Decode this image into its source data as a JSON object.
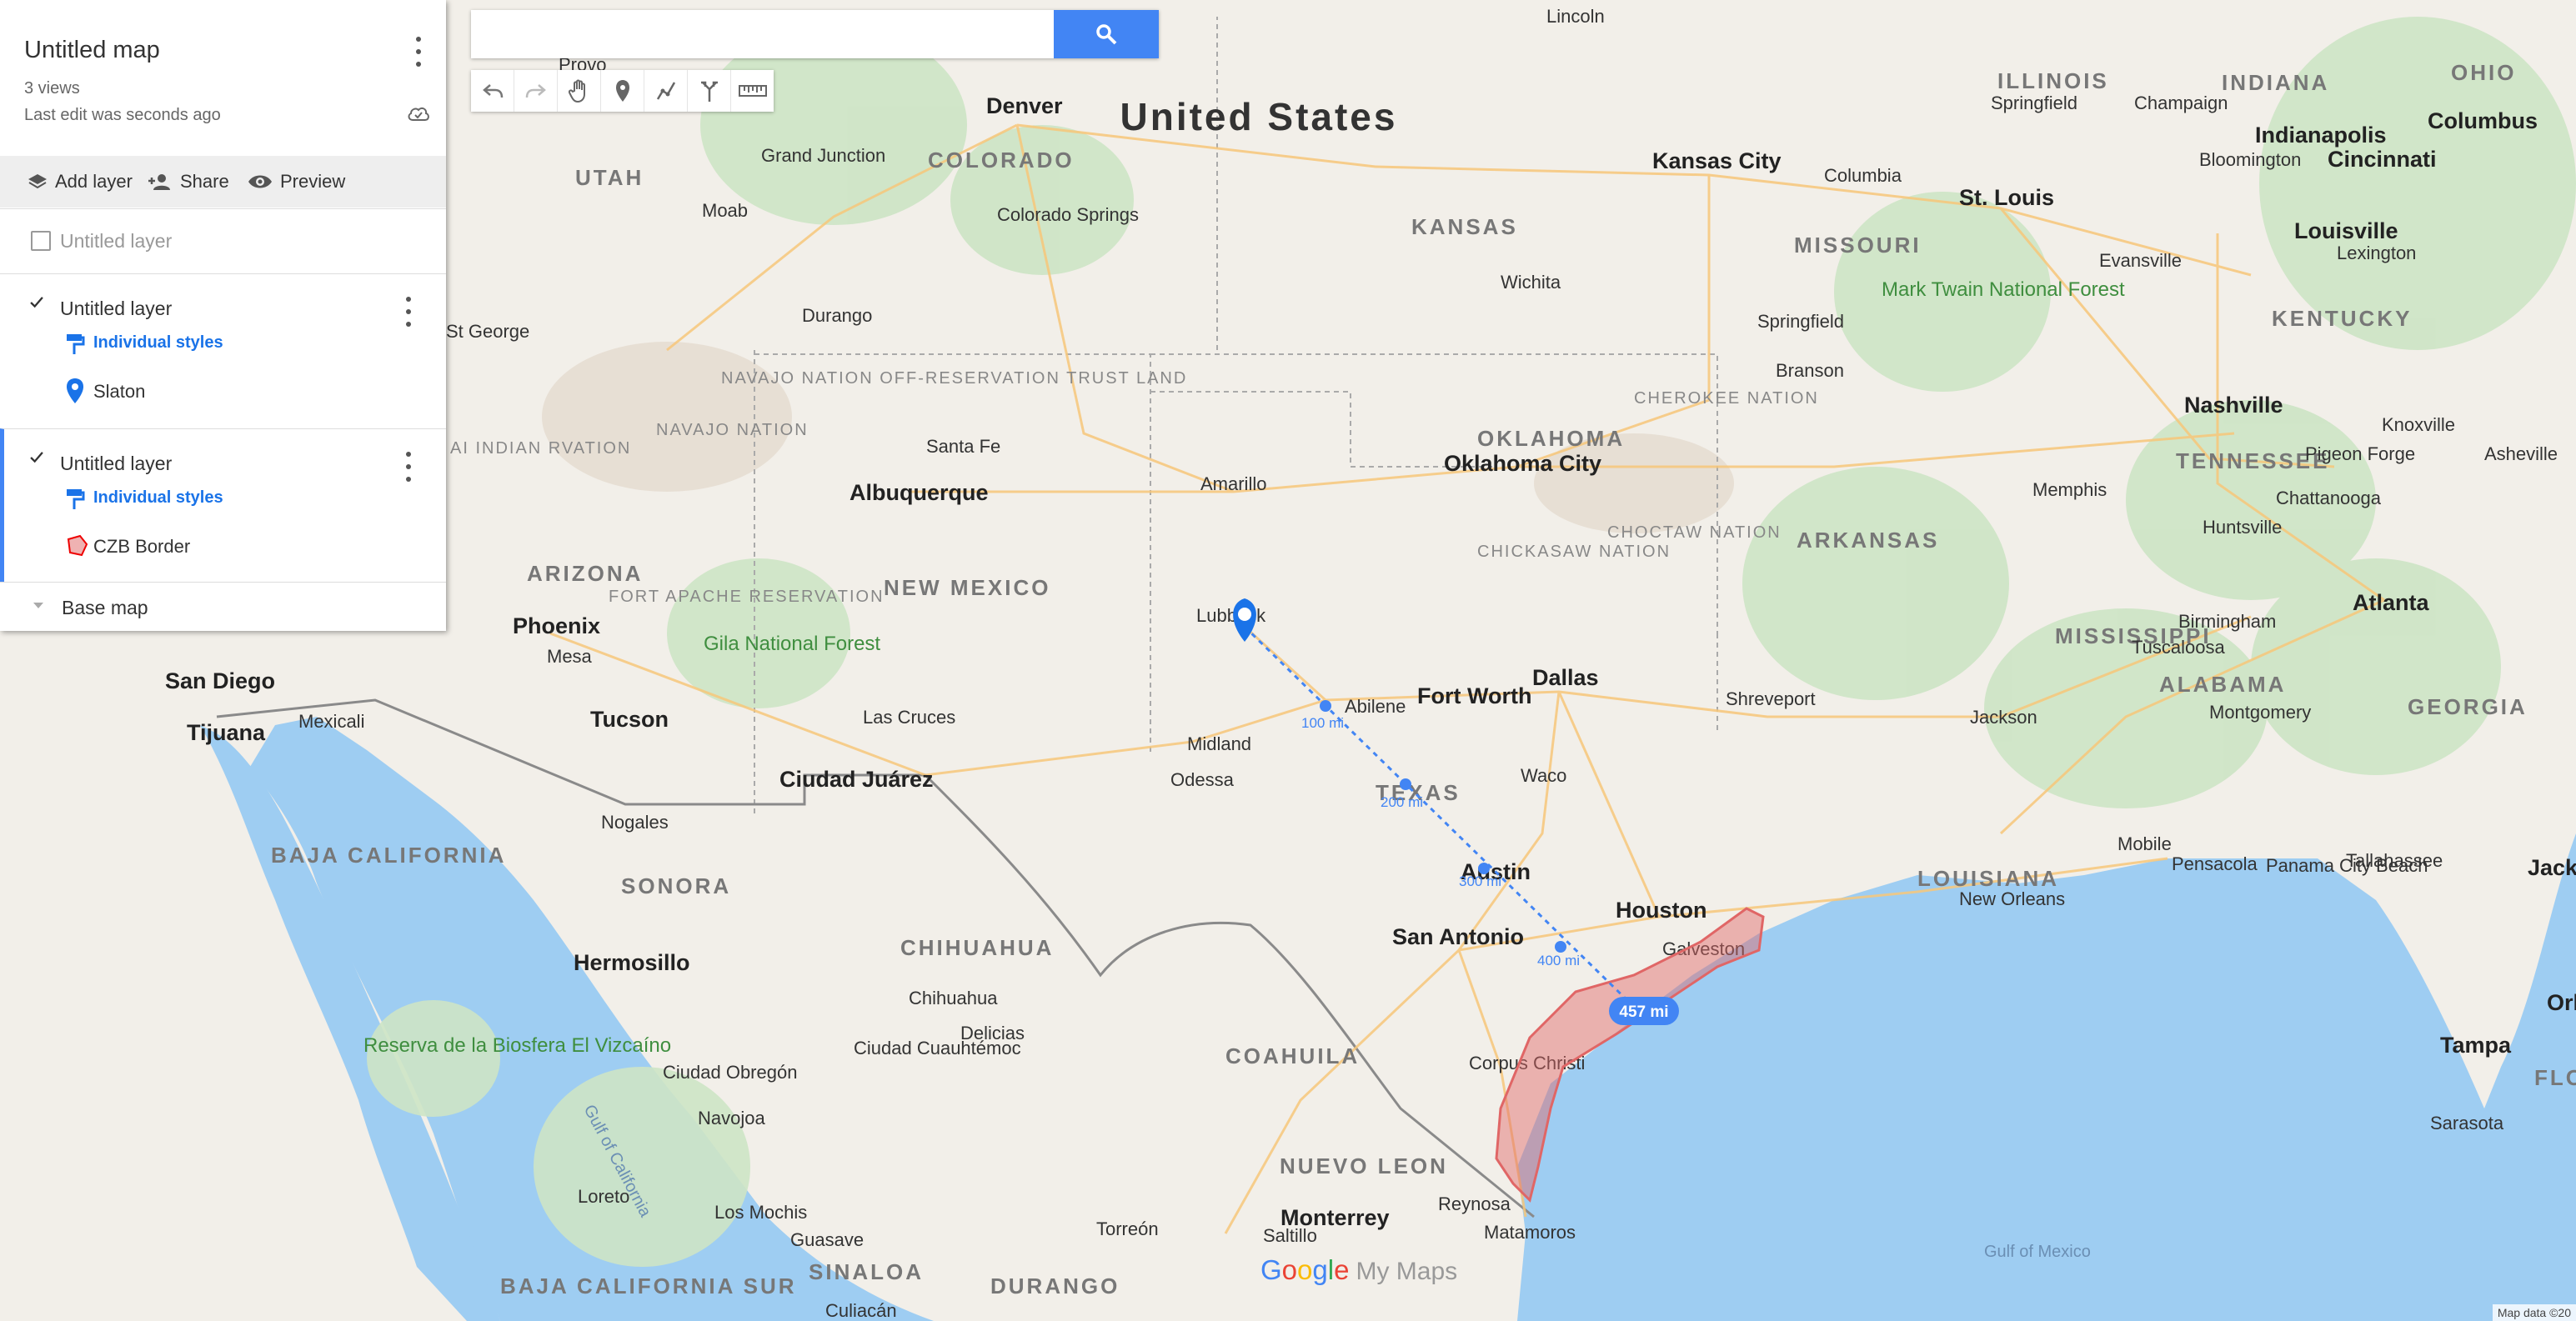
{
  "map": {
    "country_label": "United States",
    "states": [
      "UTAH",
      "COLORADO",
      "KANSAS",
      "MISSOURI",
      "ILLINOIS",
      "INDIANA",
      "OHIO",
      "KENTUCKY",
      "TENNESSEE",
      "OKLAHOMA",
      "ARKANSAS",
      "NEW MEXICO",
      "ARIZONA",
      "TEXAS",
      "LOUISIANA",
      "MISSISSIPPI",
      "ALABAMA",
      "GEORGIA",
      "FLOR",
      "BAJA CALIFORNIA",
      "SONORA",
      "CHIHUAHUA",
      "COAHUILA",
      "NUEVO LEON",
      "DURANGO",
      "SINALOA",
      "BAJA CALIFORNIA SUR"
    ],
    "regions": [
      "NAVAJO NATION OFF-RESERVATION TRUST LAND",
      "NAVAJO NATION",
      "CHEROKEE NATION",
      "CHICKASAW NATION",
      "CHOCTAW NATION",
      "FORT APACHE RESERVATION",
      "AI INDIAN RVATION"
    ],
    "cities": [
      "Lincoln",
      "Denver",
      "Provo",
      "Grand Junction",
      "Moab",
      "Colorado Springs",
      "Kansas City",
      "Columbia",
      "St. Louis",
      "Springfield",
      "Champaign",
      "Indianapolis",
      "Bloomington",
      "Columbus",
      "Cincinnati",
      "Louisville",
      "Lexington",
      "Evansville",
      "Wichita",
      "Springfield",
      "Branson",
      "Nashville",
      "Knoxville",
      "Asheville",
      "Pigeon Forge",
      "Memphis",
      "Chattanooga",
      "Huntsville",
      "Oklahoma City",
      "Amarillo",
      "Albuquerque",
      "Santa Fe",
      "Durango",
      "St George",
      "Lubbock",
      "Abilene",
      "Fort Worth",
      "Dallas",
      "Shreveport",
      "Jackson",
      "Birmingham",
      "Atlanta",
      "Tuscaloosa",
      "Montgomery",
      "Midland",
      "Odessa",
      "Waco",
      "Austin",
      "Houston",
      "Galveston",
      "San Antonio",
      "Corpus Christi",
      "Phoenix",
      "Mesa",
      "Tucson",
      "San Diego",
      "Tijuana",
      "Mexicali",
      "Nogales",
      "Las Cruces",
      "Ciudad Juárez",
      "Hermosillo",
      "Chihuahua",
      "Delicias",
      "Ciudad Cuauhtémoc",
      "Ciudad Obregón",
      "Navojoa",
      "Los Mochis",
      "Guasave",
      "Culiacán",
      "Torreón",
      "Saltillo",
      "Monterrey",
      "Reynosa",
      "Matamoros",
      "Loreto",
      "Mobile",
      "Pensacola",
      "Panama City Beach",
      "Tallahassee",
      "New Orleans",
      "Tampa",
      "Sarasota",
      "Orl",
      "Jackso"
    ],
    "water_labels": [
      "Gulf of California",
      "Gulf of Mexico"
    ],
    "parks": [
      "Mark Twain National Forest",
      "Gila National Forest",
      "Reserva de la Biosfera El Vizcaíno"
    ],
    "distance_marks": [
      "100 mi",
      "200 mi",
      "300 mi",
      "400 mi"
    ],
    "total_distance": "457 mi",
    "attribution": "Map data ©20"
  },
  "panel": {
    "title": "Untitled map",
    "views": "3 views",
    "last_edit": "Last edit was seconds ago",
    "toolbar": {
      "add_layer": "Add layer",
      "share": "Share",
      "preview": "Preview"
    },
    "layers": [
      {
        "name": "Untitled layer",
        "checked": false
      },
      {
        "name": "Untitled layer",
        "checked": true,
        "style": "Individual styles",
        "feature": "Slaton",
        "feature_icon": "pin-icon"
      },
      {
        "name": "Untitled layer",
        "checked": true,
        "style": "Individual styles",
        "feature": "CZB Border",
        "feature_icon": "polygon-icon"
      }
    ],
    "base_map": "Base map"
  },
  "search": {
    "placeholder": ""
  },
  "tools": [
    "undo-icon",
    "redo-icon",
    "hand-icon",
    "marker-icon",
    "draw-line-icon",
    "directions-icon",
    "ruler-icon"
  ],
  "branding": {
    "google": "Google",
    "product": "My Maps"
  },
  "colors": {
    "accent": "#4285f4",
    "link": "#1a73e8",
    "polygon": "#e06666",
    "marker": "#1a73e8"
  }
}
